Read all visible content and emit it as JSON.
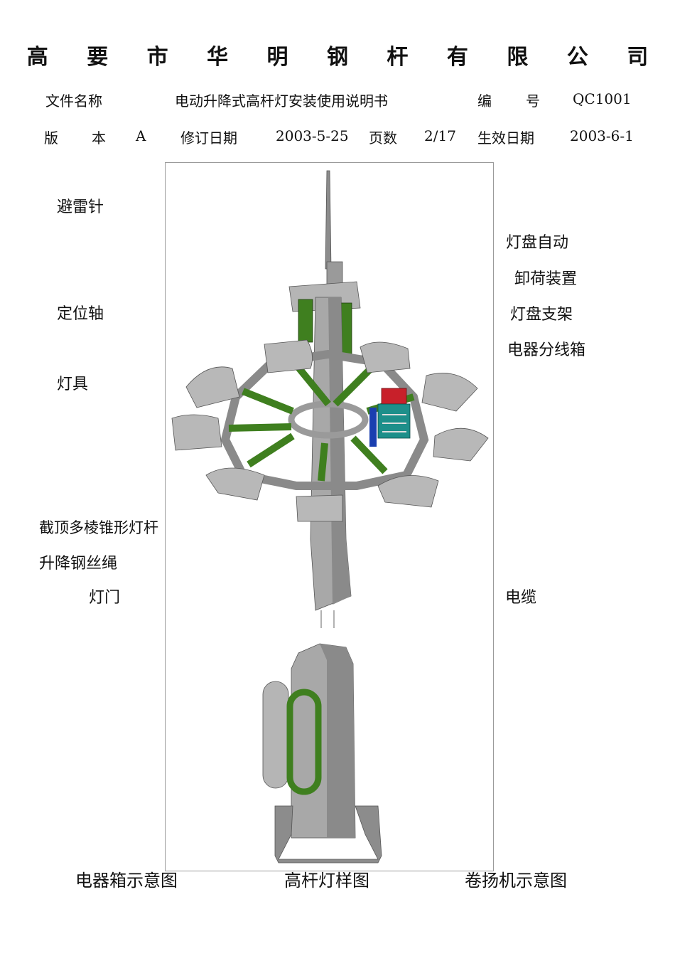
{
  "company": "高 要 市 华 明 钢 杆 有 限 公 司",
  "header": {
    "doc_name_label": "文件名称",
    "doc_name_value": "电动升降式高杆灯安装使用说明书",
    "number_label_1": "编",
    "number_label_2": "号",
    "number_value": "QC1001",
    "version_label_1": "版",
    "version_label_2": "本",
    "version_value": "A",
    "revision_label": "修订日期",
    "revision_value": "2003-5-25",
    "page_label": "页数",
    "page_value": "2/17",
    "effective_label": "生效日期",
    "effective_value": "2003-6-1"
  },
  "labels_left": {
    "lightning_rod": "避雷针",
    "positioning_shaft": "定位轴",
    "lamp": "灯具",
    "pole": "截顶多棱锥形灯杆",
    "wire_rope": "升降钢丝绳",
    "door": "灯门"
  },
  "labels_right": {
    "auto_line1": "灯盘自动",
    "auto_line2": "卸荷装置",
    "bracket": "灯盘支架",
    "junction_box": "电器分线箱",
    "cable": "电缆"
  },
  "captions": {
    "electrical_box": "电器箱示意图",
    "sample": "高杆灯样图",
    "winch": "卷扬机示意图"
  },
  "colors": {
    "steel": "#a8a8a8",
    "steel_dark": "#6f6f6f",
    "green": "#3f7f1f",
    "box_red": "#c8202a",
    "box_teal": "#1d8f8a",
    "box_blue": "#1a3fb0"
  }
}
